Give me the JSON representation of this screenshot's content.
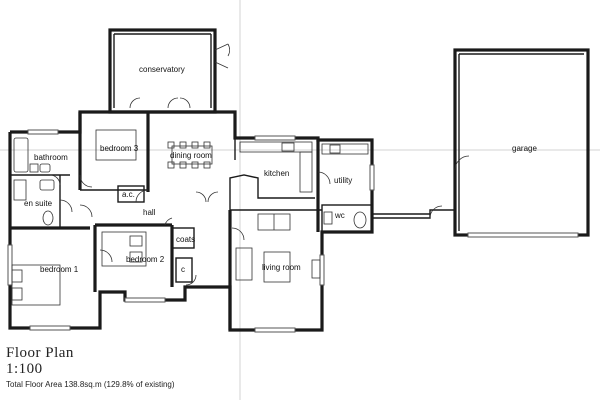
{
  "plan": {
    "title": "Floor Plan",
    "scale": "1:100",
    "area_note": "Total Floor Area 138.8sq.m (129.8% of existing)"
  },
  "rooms": {
    "conservatory": "conservatory",
    "bathroom": "bathroom",
    "bedroom3": "bedroom 3",
    "dining_room": "dining room",
    "kitchen": "kitchen",
    "utility": "utility",
    "en_suite": "en suite",
    "ac": "a.c.",
    "hall": "hall",
    "wc": "wc",
    "coats": "coats",
    "cupboard": "c",
    "bedroom2": "bedroom 2",
    "bedroom1": "bedroom 1",
    "living_room": "living room",
    "garage": "garage"
  }
}
